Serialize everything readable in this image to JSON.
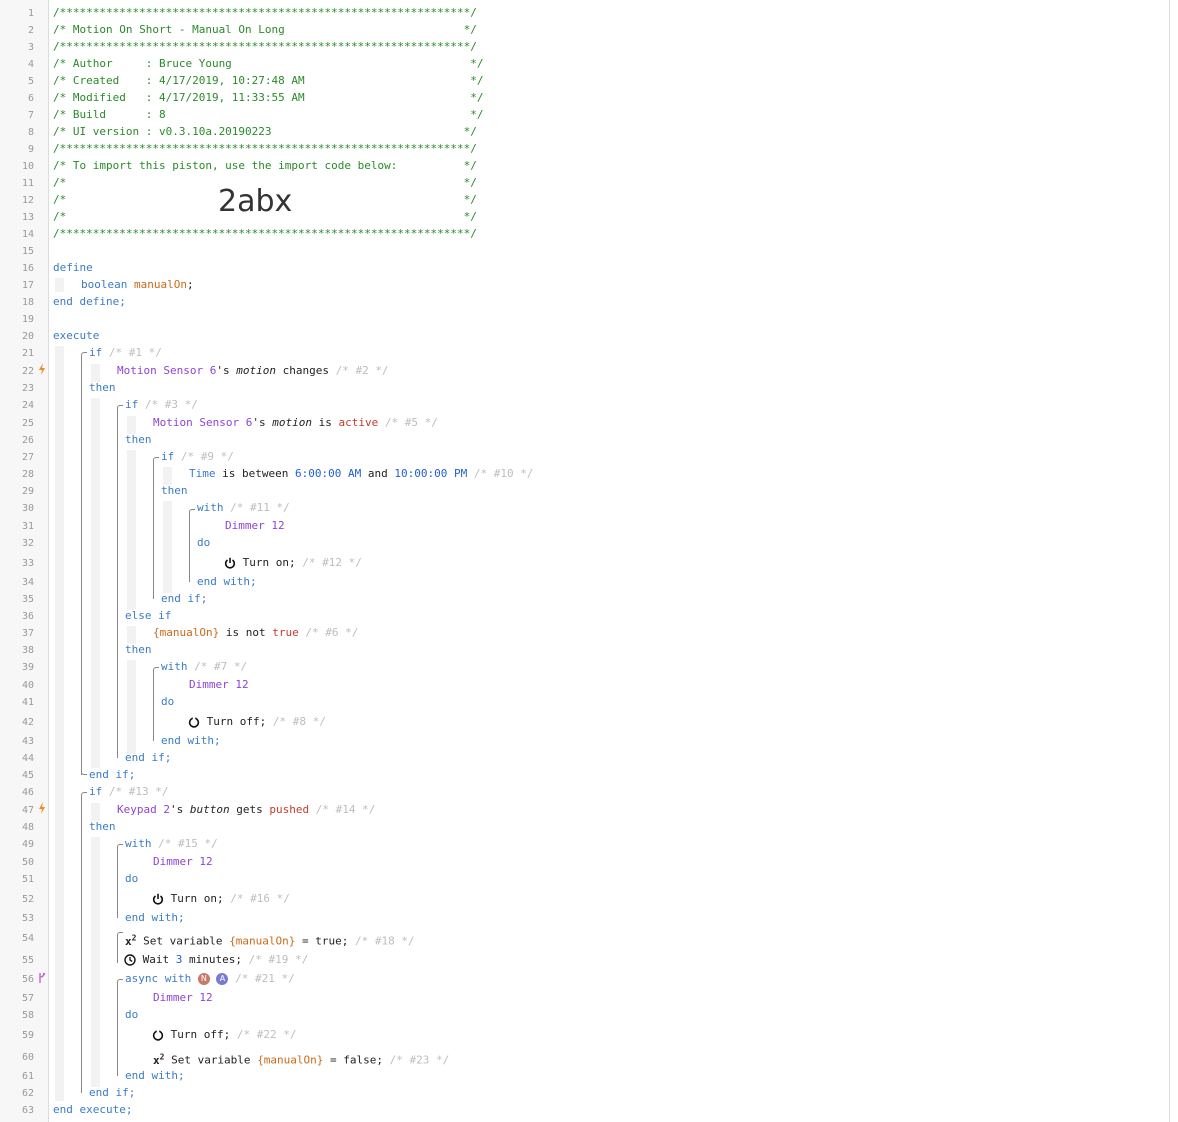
{
  "header": {
    "border": "/**************************************************************/",
    "title": "/* Motion On Short - Manual On Long                           */",
    "author": "/* Author     : Bruce Young                                    */",
    "created": "/* Created    : 4/17/2019, 10:27:48 AM                         */",
    "modified": "/* Modified   : 4/17/2019, 11:33:55 AM                         */",
    "build": "/* Build      : 8                                              */",
    "ui_version": "/* UI version : v0.3.10a.20190223                             */",
    "import_line": "/* To import this piston, use the import code below:          */",
    "empty_comment": "/*                                                            */",
    "import_code": "2abx"
  },
  "line_numbers": [
    "1",
    "2",
    "3",
    "4",
    "5",
    "6",
    "7",
    "8",
    "9",
    "10",
    "11",
    "12",
    "13",
    "14",
    "15",
    "16",
    "17",
    "18",
    "19",
    "20",
    "21",
    "22",
    "23",
    "24",
    "25",
    "26",
    "27",
    "28",
    "29",
    "30",
    "31",
    "32",
    "33",
    "34",
    "35",
    "36",
    "37",
    "38",
    "39",
    "40",
    "41",
    "42",
    "43",
    "44",
    "45",
    "46",
    "47",
    "48",
    "49",
    "50",
    "51",
    "52",
    "53",
    "54",
    "55",
    "56",
    "57",
    "58",
    "59",
    "60",
    "61",
    "62",
    "63"
  ],
  "code": {
    "define": "define",
    "boolean": "boolean",
    "manualOn_decl": "manualOn",
    "semi": ";",
    "end_define": "end define;",
    "execute": "execute",
    "if1": "if",
    "c1": "/* #1 */",
    "motion_sensor": "Motion Sensor 6",
    "apos_s": "'s",
    "motion": "motion",
    "changes": "changes",
    "c2": "/* #2 */",
    "then": "then",
    "if3": "if",
    "c3": "/* #3 */",
    "is": "is",
    "active": "active",
    "c5": "/* #5 */",
    "if9": "if",
    "c9": "/* #9 */",
    "time": "Time",
    "is_between": "is between",
    "time_start": "6:00:00 AM",
    "and": "and",
    "time_end": "10:00:00 PM",
    "c10": "/* #10 */",
    "with": "with",
    "c11": "/* #11 */",
    "dimmer": "Dimmer 12",
    "do": "do",
    "turn_on": "Turn on;",
    "c12": "/* #12 */",
    "end_with": "end with;",
    "end_if": "end if;",
    "else_if": "else if",
    "manualOn_ref": "{manualOn}",
    "is_not": "is not",
    "true_val": "true",
    "c6": "/* #6 */",
    "c7": "/* #7 */",
    "turn_off": "Turn off;",
    "c8": "/* #8 */",
    "c13": "/* #13 */",
    "keypad": "Keypad 2",
    "button": "button",
    "gets": "gets",
    "pushed": "pushed",
    "c14": "/* #14 */",
    "c15": "/* #15 */",
    "c16": "/* #16 */",
    "set_variable": "Set variable",
    "eq_true": "= true;",
    "eq_false": "= false;",
    "c18": "/* #18 */",
    "wait": "Wait",
    "wait_num": "3",
    "minutes": "minutes;",
    "c19": "/* #19 */",
    "async_with": "async with",
    "badge_n": "N",
    "badge_a": "A",
    "c21": "/* #21 */",
    "c22": "/* #22 */",
    "c23": "/* #23 */",
    "end_execute": "end execute;",
    "x2": "x",
    "sup2": "2"
  },
  "colors": {
    "comment_header": "#2a8a2a",
    "keyword": "#3a7cc6",
    "device": "#8e44d6",
    "number": "#2060d0",
    "variable": "#c96a1a",
    "value": "#c43c2c",
    "inline_comment": "#bdbdbd",
    "trigger_bolt": "#f08a24",
    "async_icon": "#c070d0",
    "badge_n": "#c87a6a",
    "badge_a": "#7a7ad0"
  },
  "icons": {
    "trigger": "lightning-bolt-icon",
    "async": "fork-icon",
    "turn_on": "power-on-icon",
    "turn_off": "power-off-icon",
    "wait": "clock-icon",
    "set_variable": "variable-x2-icon"
  }
}
